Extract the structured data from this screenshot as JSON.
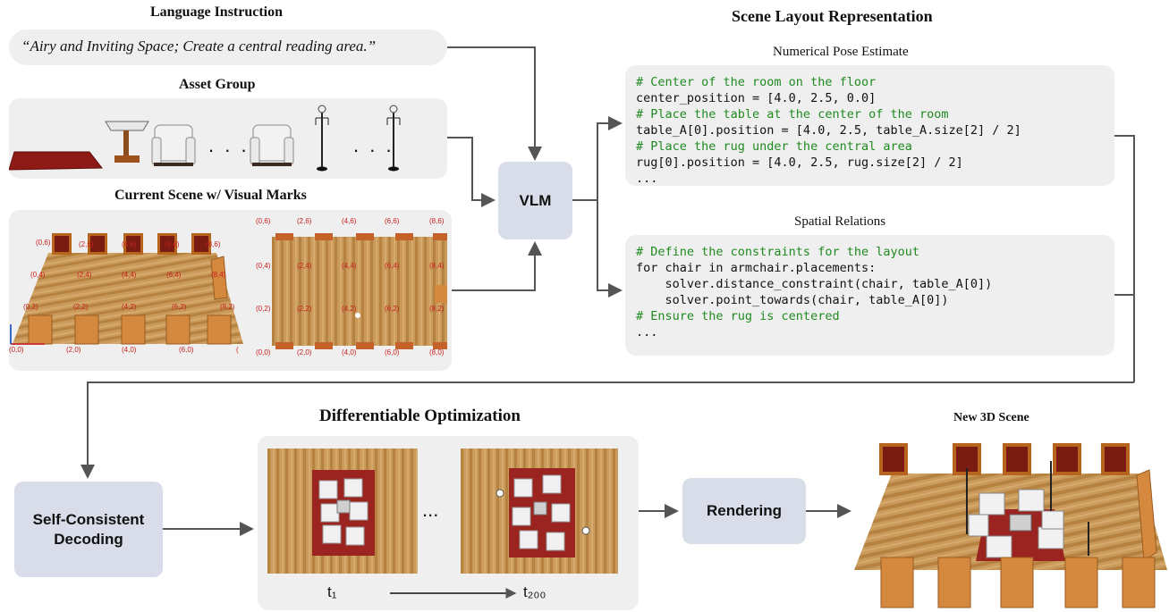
{
  "titles": {
    "language_instruction": "Language Instruction",
    "asset_group": "Asset Group",
    "current_scene": "Current Scene w/ Visual Marks",
    "scene_layout": "Scene Layout Representation",
    "numerical_pose": "Numerical Pose Estimate",
    "spatial_relations": "Spatial Relations",
    "diff_opt": "Differentiable Optimization",
    "new_scene": "New 3D Scene"
  },
  "instruction_text": "“Airy and Inviting Space; Create a central reading area.”",
  "boxes": {
    "vlm": "VLM",
    "self_consistent_1": "Self-Consistent",
    "self_consistent_2": "Decoding",
    "rendering": "Rendering"
  },
  "asset_dots": ". . .",
  "opt_dots": "...",
  "time_labels": {
    "start": "t₁",
    "end": "t₂₀₀"
  },
  "code_pose": [
    "# Center of the room on the floor",
    "center_position = [4.0, 2.5, 0.0]",
    "# Place the table at the center of the room",
    "table_A[0].position = [4.0, 2.5, table_A.size[2] / 2]",
    "# Place the rug under the central area",
    "rug[0].position = [4.0, 2.5, rug.size[2] / 2]",
    "..."
  ],
  "code_spatial": [
    "# Define the constraints for the layout",
    "for chair in armchair.placements:",
    "    solver.distance_constraint(chair, table_A[0])",
    "    solver.point_towards(chair, table_A[0])",
    "# Ensure the rug is centered",
    "..."
  ],
  "marks_persp": {
    "row6": [
      "(0,6)",
      "(2,6)",
      "(4,6)",
      "(6,6)",
      "(8,6)"
    ],
    "row4": [
      "(0,4)",
      "(2,4)",
      "(4,4)",
      "(6,4)",
      "(8,4)"
    ],
    "row2": [
      "(0,2)",
      "(2,2)",
      "(4,2)",
      "(6,2)",
      "(8,2)"
    ],
    "row0": [
      "(0,0)",
      "(2,0)",
      "(4,0)",
      "(6,0)",
      "("
    ]
  },
  "marks_top": {
    "row6": [
      "(0,6)",
      "(2,6)",
      "(4,6)",
      "(6,6)",
      "(8,6)"
    ],
    "row4": [
      "(0,4)",
      "(2,4)",
      "(4,4)",
      "(6,4)",
      "(8,4)"
    ],
    "row2": [
      "(0,2)",
      "(2,2)",
      "(4,2)",
      "(6,2)",
      "(8,2)"
    ],
    "row0": [
      "(0,0)",
      "(2,0)",
      "(4,0)",
      "(6,0)",
      "(8,0)"
    ]
  },
  "colors": {
    "box_fill": "#d8dde9",
    "panel_fill": "#efefef",
    "arrow": "#555555",
    "comment": "#1f8a1f",
    "number": "#1e7fa8",
    "mark": "#c81e1e"
  }
}
